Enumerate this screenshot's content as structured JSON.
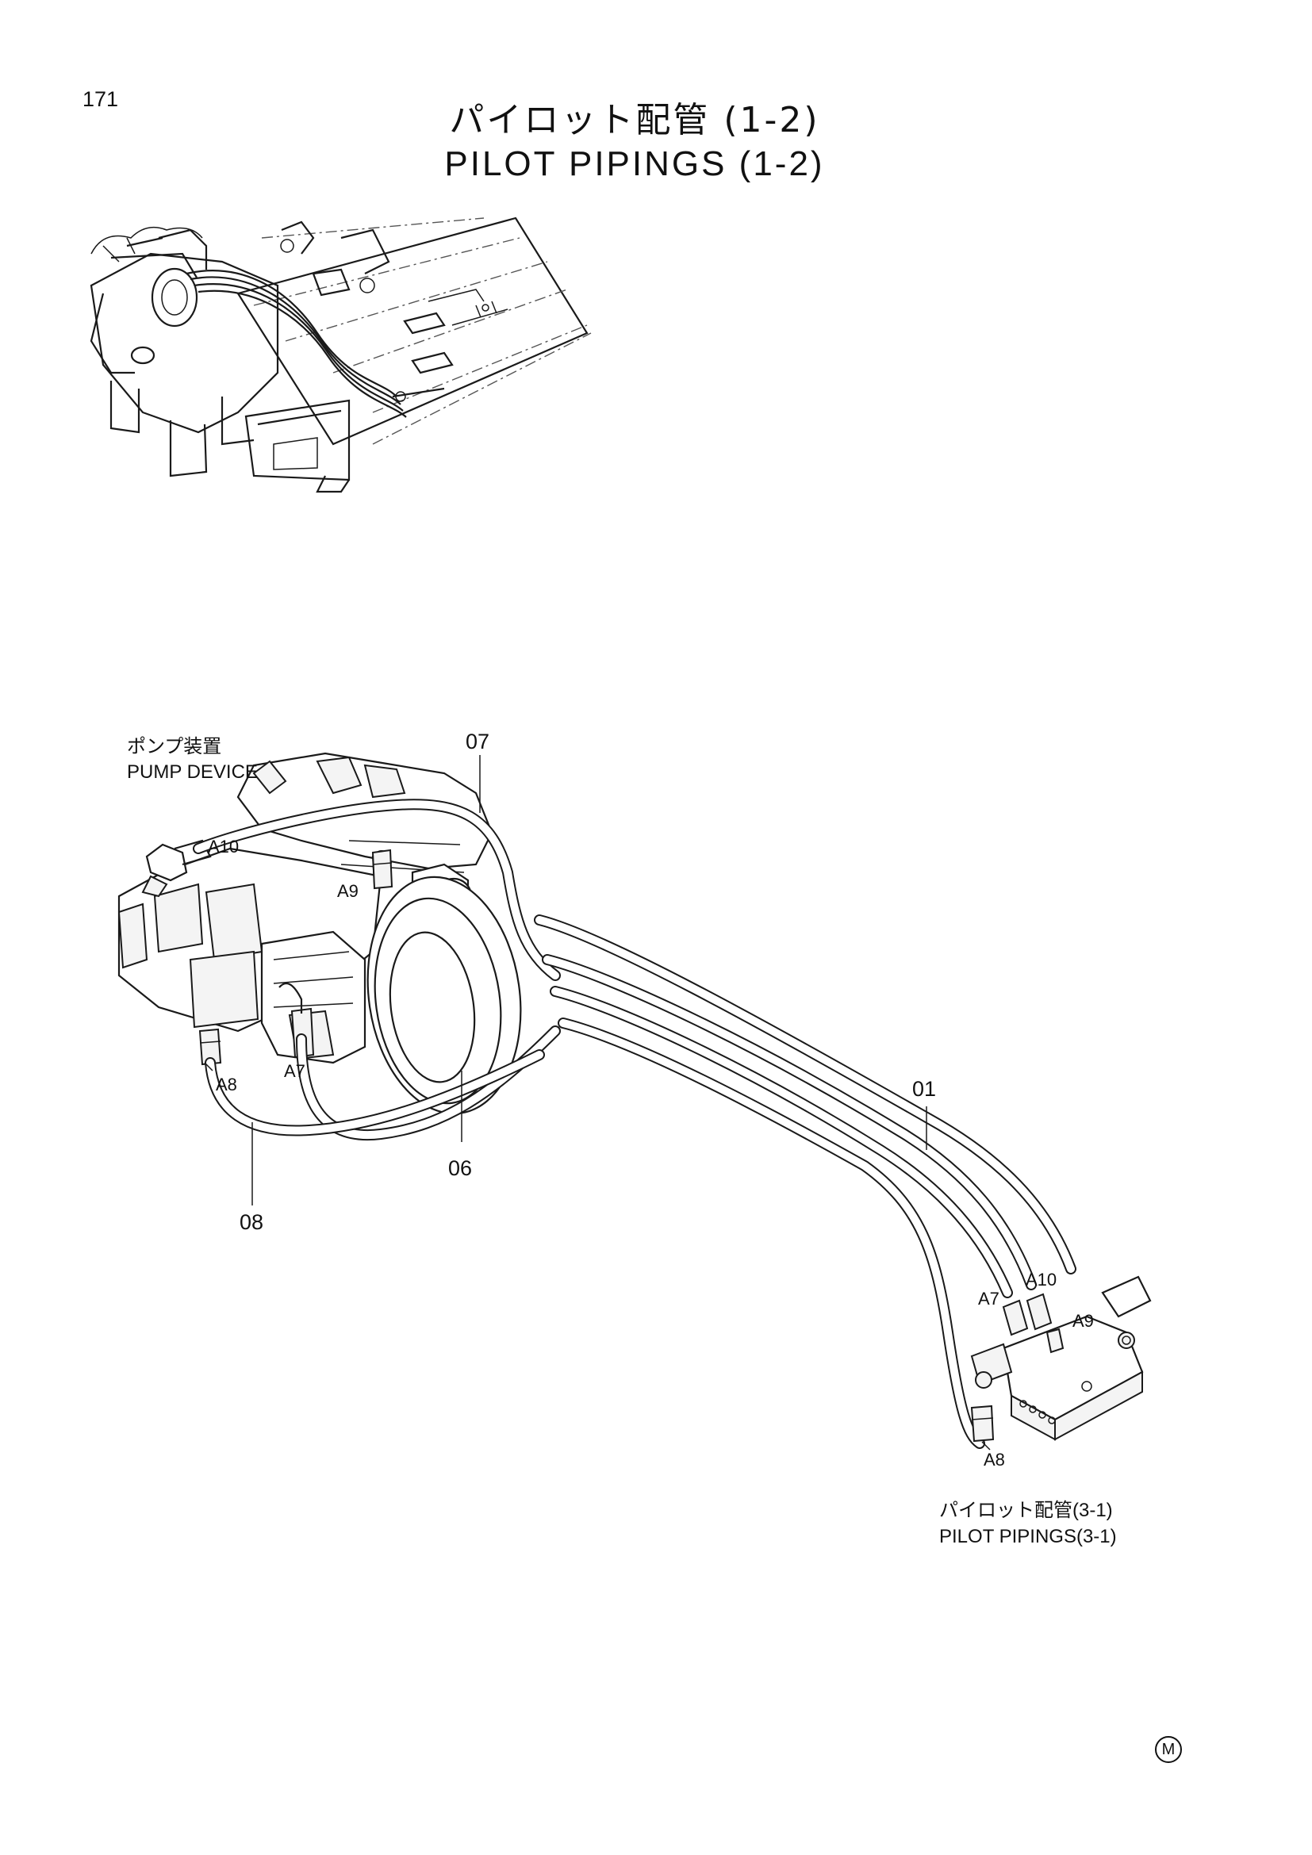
{
  "page": {
    "number": "171"
  },
  "title": {
    "ja": "パイロット配管 (1-2)",
    "en": "PILOT PIPINGS (1-2)"
  },
  "labels": {
    "pump_device_ja": "ポンプ装置",
    "pump_device_en": "PUMP DEVICE",
    "ref_ja": "パイロット配管(3-1)",
    "ref_en": "PILOT PIPINGS(3-1)"
  },
  "callouts": {
    "c01": "01",
    "c06": "06",
    "c07": "07",
    "c08": "08"
  },
  "ports": {
    "pump": {
      "a10": "A10",
      "a9": "A9",
      "a8": "A8",
      "a7": "A7"
    },
    "valve": {
      "a10": "A10",
      "a7": "A7",
      "a9": "A9",
      "a8": "A8"
    }
  },
  "mark": "M"
}
